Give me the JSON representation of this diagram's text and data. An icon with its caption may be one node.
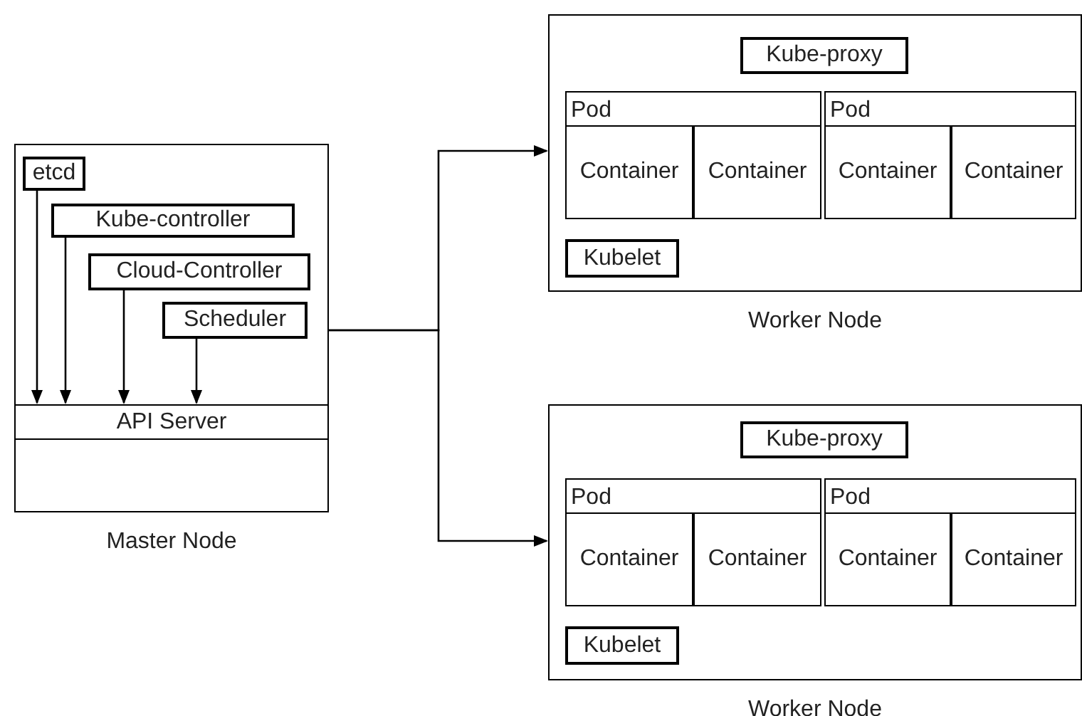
{
  "diagram": {
    "nodes": [
      {
        "text": [
          "Master Node"
        ]
      },
      {
        "text": [
          "etcd"
        ],
        "in": 0
      },
      {
        "text": [
          "Kube-controller"
        ],
        "in": 0
      },
      {
        "text": [
          "Cloud-Controller"
        ],
        "in": 0
      },
      {
        "text": [
          "Scheduler"
        ],
        "in": 0
      },
      {
        "text": [
          "API Server"
        ],
        "in": 0
      },
      {
        "text": [
          "Worker Node"
        ]
      },
      {
        "text": [
          "Kube-proxy"
        ],
        "in": 6
      },
      {
        "text": [
          "Pod"
        ],
        "in": 6
      },
      {
        "text": [
          "Container"
        ],
        "in": 8
      },
      {
        "text": [
          "Container"
        ],
        "in": 8
      },
      {
        "text": [
          "Pod"
        ],
        "in": 6
      },
      {
        "text": [
          "Container"
        ],
        "in": 11
      },
      {
        "text": [
          "Container"
        ],
        "in": 11
      },
      {
        "text": [
          "Kubelet"
        ],
        "in": 6
      },
      {
        "text": [
          "Worker Node"
        ]
      },
      {
        "text": [
          "Kube-proxy"
        ],
        "in": 15
      },
      {
        "text": [
          "Pod"
        ],
        "in": 15
      },
      {
        "text": [
          "Container"
        ],
        "in": 17
      },
      {
        "text": [
          "Container"
        ],
        "in": 17
      },
      {
        "text": [
          "Pod"
        ],
        "in": 15
      },
      {
        "text": [
          "Container"
        ],
        "in": 20
      },
      {
        "text": [
          "Container"
        ],
        "in": 20
      },
      {
        "text": [
          "Kubelet"
        ],
        "in": 15
      }
    ],
    "edges": [
      {
        "from": 1,
        "to": 5,
        "arrow": "to"
      },
      {
        "from": 2,
        "to": 5,
        "arrow": "to"
      },
      {
        "from": 3,
        "to": 5,
        "arrow": "to"
      },
      {
        "from": 4,
        "to": 5,
        "arrow": "to"
      },
      {
        "from": 0,
        "to": 6,
        "arrow": "to"
      },
      {
        "from": 0,
        "to": 15,
        "arrow": "to"
      }
    ]
  }
}
